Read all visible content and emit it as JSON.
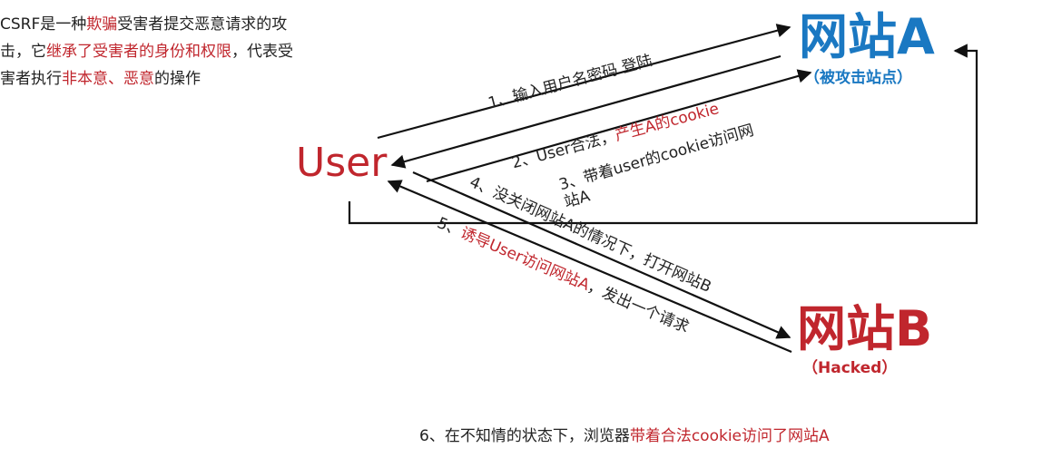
{
  "intro": {
    "p1": "CSRF是一种",
    "p2": "欺骗",
    "p3": "受害者提交恶意请求的攻击，它",
    "p4": "继承了受害者的身份和权限",
    "p5": "，代表受害者执行",
    "p6": "非本意、恶意",
    "p7": "的操作"
  },
  "nodes": {
    "user": "User",
    "site_a": "网站A",
    "site_a_sub": "（被攻击站点）",
    "site_b": "网站B",
    "site_b_sub": "（Hacked）"
  },
  "steps": {
    "s1": "1、输入用户名密码 登陆",
    "s2a": "2、User合法，",
    "s2b": "产生A的cookie",
    "s3a": "3、带着user的cookie访问网",
    "s3b": "站A",
    "s4": "4、没关闭网站A的情况下，打开网站B",
    "s5a": "5、",
    "s5b": "诱导User访问网站A",
    "s5c": "，发出一个请求",
    "s6a": "6、在不知情的状态下，浏览器",
    "s6b": "带着合法cookie访问了网站A"
  },
  "colors": {
    "accent_red": "#c0262d",
    "accent_blue": "#1a78c2"
  }
}
